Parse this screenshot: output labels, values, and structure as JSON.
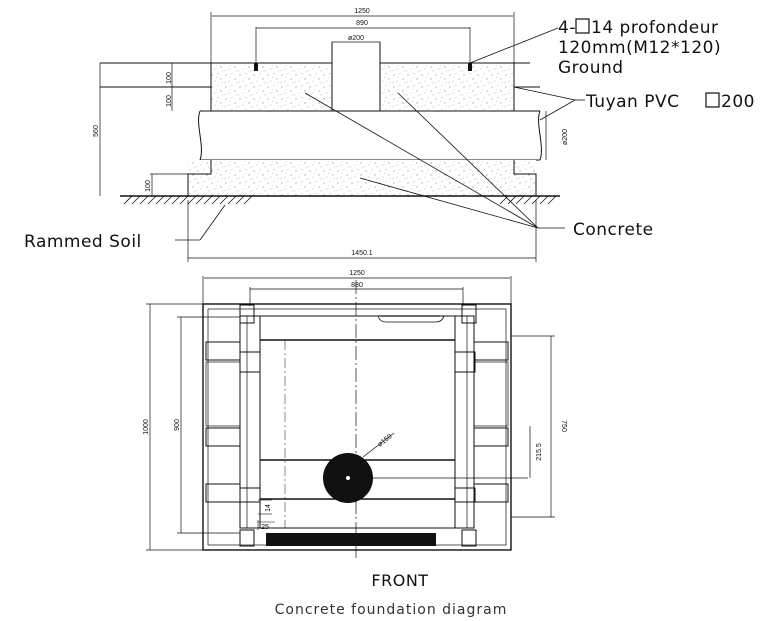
{
  "section": {
    "dims": {
      "top_width": "1250",
      "bolt_spacing": "890",
      "pipe_dia_top": "ø200",
      "depth_top": "100",
      "depth_mid": "100",
      "total_height": "560",
      "pipe_dia_side": "ø200",
      "base_depth": "100",
      "base_width": "1450.1"
    },
    "labels": {
      "bolt_line1": "4-",
      "bolt_line1b": "14 profondeur",
      "bolt_line2": "120mm(M12*120)",
      "ground": "Ground",
      "pipe_prefix": "Tuyan PVC",
      "pipe_suffix": "200",
      "concrete": "Concrete",
      "rammed_soil": "Rammed Soil"
    }
  },
  "plan": {
    "dims": {
      "outer_width": "1250",
      "inner_width": "880",
      "outer_depth": "1000",
      "inner_depth": "900",
      "right_span": "750",
      "pipe_offset": "215.5",
      "pipe_dia": "ø150",
      "small_a": "14",
      "small_b": "25"
    },
    "front_label": "FRONT"
  },
  "caption": "Concrete foundation diagram"
}
